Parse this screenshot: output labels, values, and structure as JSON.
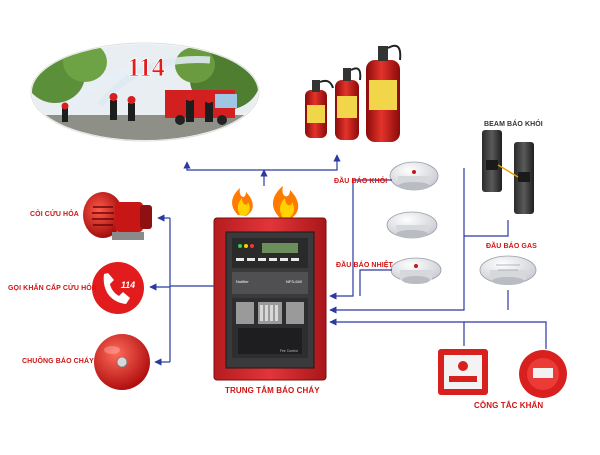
{
  "scene": {
    "emergency_number": "114",
    "phone_number": "114",
    "panel_brand": "Notifier",
    "panel_model": "NFS-640",
    "panel_caption": "Fire Control"
  },
  "labels": {
    "siren": "CÒI CỨU HỎA",
    "emergency_call": "GỌI KHẨN CẤP CỨU HỎA",
    "fire_bell": "CHUÔNG BÁO CHÁY",
    "smoke_detector": "ĐẦU BÁO KHÓI",
    "heat_detector": "ĐẦU BÁO NHIỆT",
    "beam_detector": "BEAM BÁO KHÓI",
    "gas_detector": "ĐẦU BÁO GAS",
    "control_panel": "TRUNG TÂM BÁO CHÁY",
    "manual_call_point": "CÔNG TẮC KHẨN"
  },
  "colors": {
    "label_red": "#d01414",
    "connector_blue": "#2b3aa0",
    "panel_red": "#d8262a",
    "flame_orange": "#ff7a00"
  }
}
